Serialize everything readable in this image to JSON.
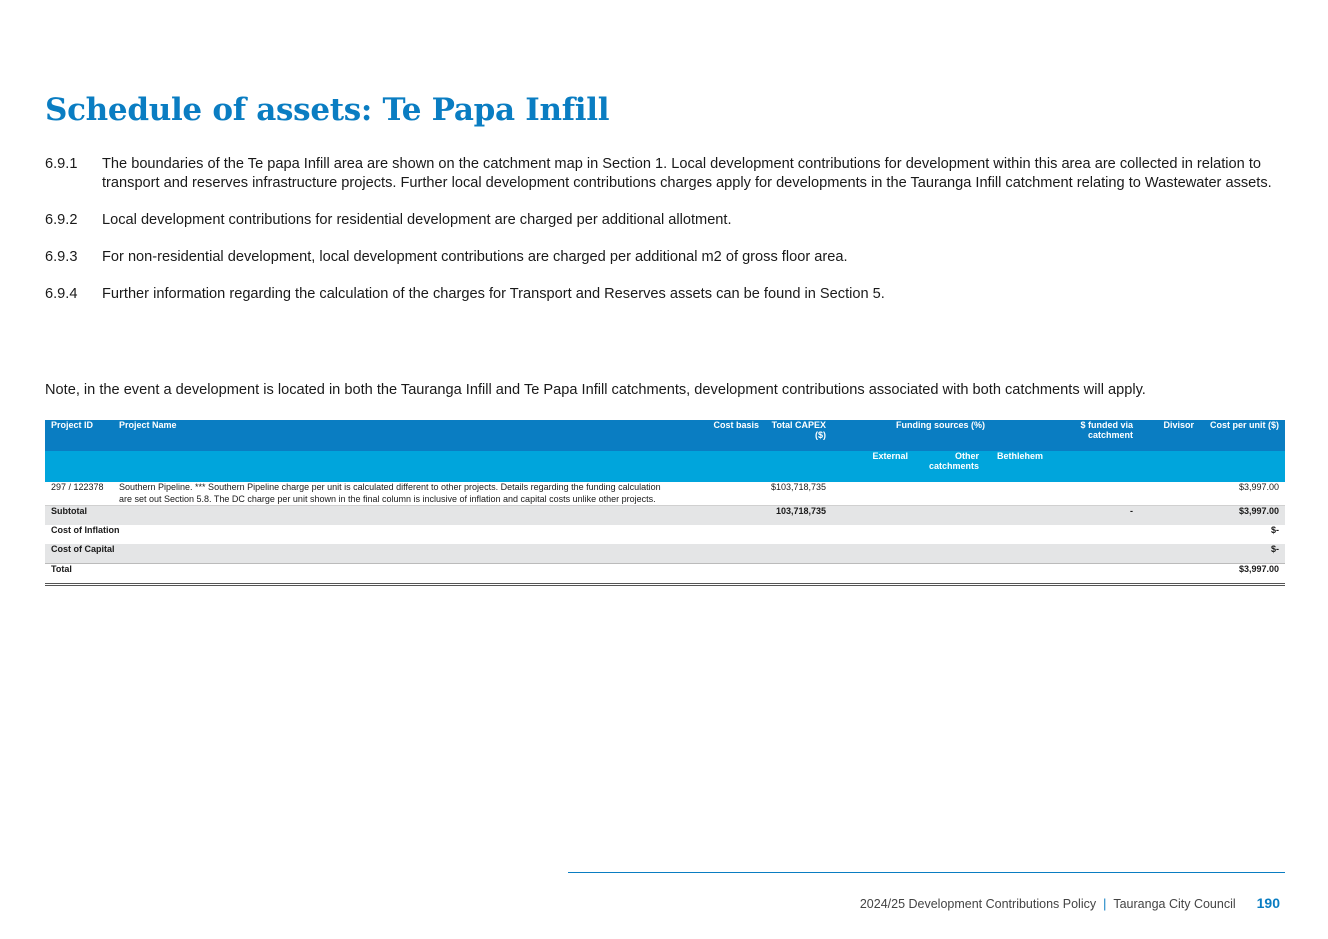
{
  "title": "Schedule of assets: Te Papa Infill",
  "paragraphs": [
    {
      "num": "6.9.1",
      "text": "The boundaries of the Te papa Infill area are shown on the catchment map in Section 1.  Local development contributions for development within this area are collected in relation to transport and reserves infrastructure projects.  Further local development contributions charges apply for developments in the Tauranga Infill catchment relating to Wastewater assets."
    },
    {
      "num": "6.9.2",
      "text": "Local development contributions for residential development are charged per additional allotment."
    },
    {
      "num": "6.9.3",
      "text": "For non-residential development, local development contributions are charged per additional m2 of gross floor area."
    },
    {
      "num": "6.9.4",
      "text": "Further information regarding the calculation of the charges for Transport and Reserves assets can be found in Section 5."
    }
  ],
  "note": "Note, in the event a development is located in both the Tauranga Infill and Te Papa Infill catchments, development contributions associated with both catchments will apply.",
  "table": {
    "headers": {
      "project_id": "Project ID",
      "project_name": "Project Name",
      "cost_basis": "Cost basis",
      "total_capex": "Total CAPEX ($)",
      "funding_sources": "Funding sources (%)",
      "funded_via_catchment": "$ funded via catchment",
      "divisor": "Divisor",
      "cost_per_unit": "Cost per unit ($)"
    },
    "subheaders": {
      "external": "External",
      "other_catchments": "Other catchments",
      "bethlehem": "Bethlehem"
    },
    "rows": [
      {
        "project_id": "297 / 122378",
        "project_name": "Southern Pipeline. *** Southern Pipeline charge per unit is calculated different to other projects. Details regarding the funding calculation are set out Section 5.8. The DC charge per unit shown in the final column is inclusive of inflation and capital costs unlike other projects.",
        "cost_basis": "",
        "total_capex": "$103,718,735",
        "external": "",
        "other_catchments": "",
        "bethlehem": "",
        "funded_via_catchment": "",
        "divisor": "",
        "cost_per_unit": "$3,997.00"
      }
    ],
    "subtotal": {
      "label": "Subtotal",
      "total_capex": "103,718,735",
      "funded_via_catchment": "-",
      "cost_per_unit": "$3,997.00"
    },
    "inflation": {
      "label": "Cost of Inflation",
      "cost_per_unit": "$-"
    },
    "capital": {
      "label": "Cost of Capital",
      "cost_per_unit": "$-"
    },
    "total": {
      "label": "Total",
      "cost_per_unit": "$3,997.00"
    }
  },
  "footer": {
    "policy": "2024/25 Development Contributions Policy",
    "separator": "|",
    "council": "Tauranga City Council",
    "page_number": "190"
  },
  "colors": {
    "brand_blue": "#0a7dc2",
    "header_light_blue": "#00a5dc",
    "row_grey": "#e4e5e6"
  }
}
